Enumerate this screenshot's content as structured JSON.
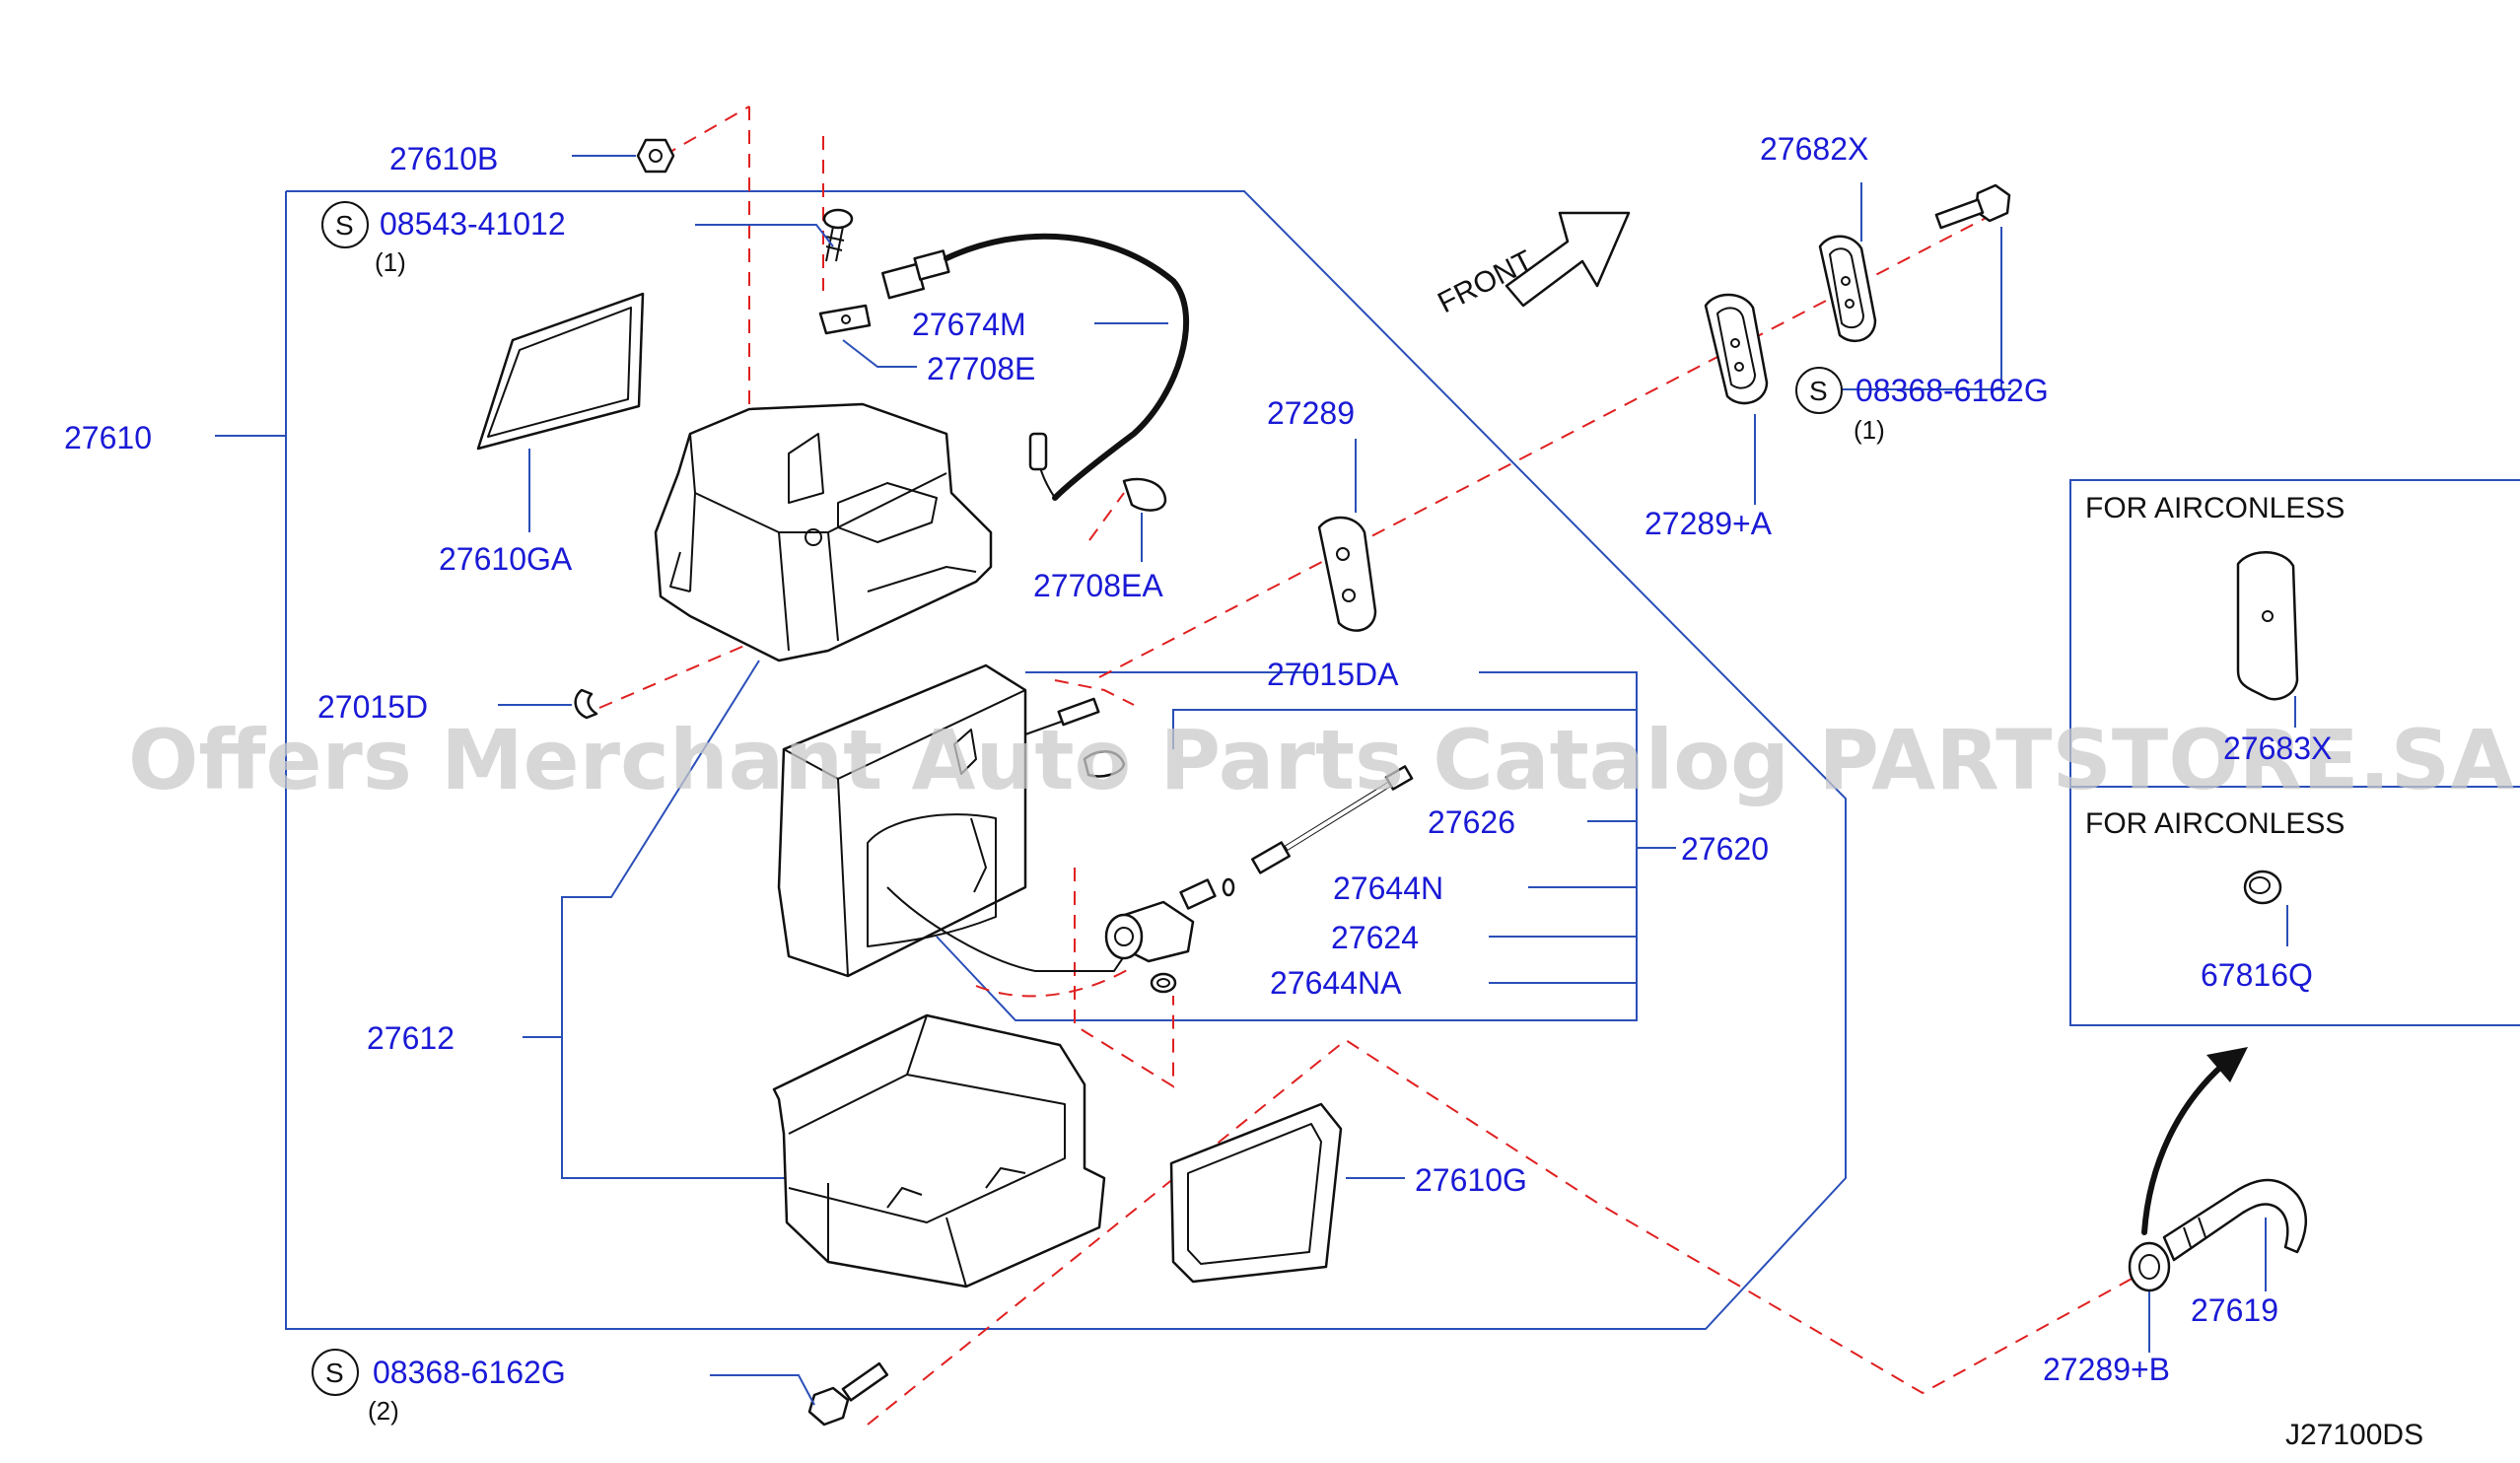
{
  "diagram_code": "J27100DS",
  "watermark": "Offers Merchant Auto Parts Catalog PARTSTORE.SA",
  "front_label": "FRONT",
  "service_symbol": "S",
  "sections": {
    "airconless_1": "FOR  AIRCONLESS",
    "airconless_2": "FOR  AIRCONLESS"
  },
  "parts": {
    "p27610B": "27610B",
    "p08543_41012": "08543-41012",
    "q08543_41012": "(1)",
    "p27610GA": "27610GA",
    "p27610": "27610",
    "p27674M": "27674M",
    "p27708E": "27708E",
    "p27289": "27289",
    "p27708EA": "27708EA",
    "p27015D": "27015D",
    "p27015DA": "27015DA",
    "p27626": "27626",
    "p27620": "27620",
    "p27644N": "27644N",
    "p27624": "27624",
    "p27644NA": "27644NA",
    "p27612": "27612",
    "p27610G": "27610G",
    "p08368_6162G_bottom": "08368-6162G",
    "q08368_6162G_bottom": "(2)",
    "p27682X": "27682X",
    "p27289A": "27289+A",
    "p08368_6162G_right": "08368-6162G",
    "q08368_6162G_right": "(1)",
    "p27683X": "27683X",
    "p67816Q": "67816Q",
    "p27619": "27619",
    "p27289B": "27289+B"
  },
  "colors": {
    "part_number_text": "#1a1ad6",
    "leader_lines": "#2a4fb8",
    "dashed_guides": "#e02020",
    "drawing": "#111111"
  }
}
